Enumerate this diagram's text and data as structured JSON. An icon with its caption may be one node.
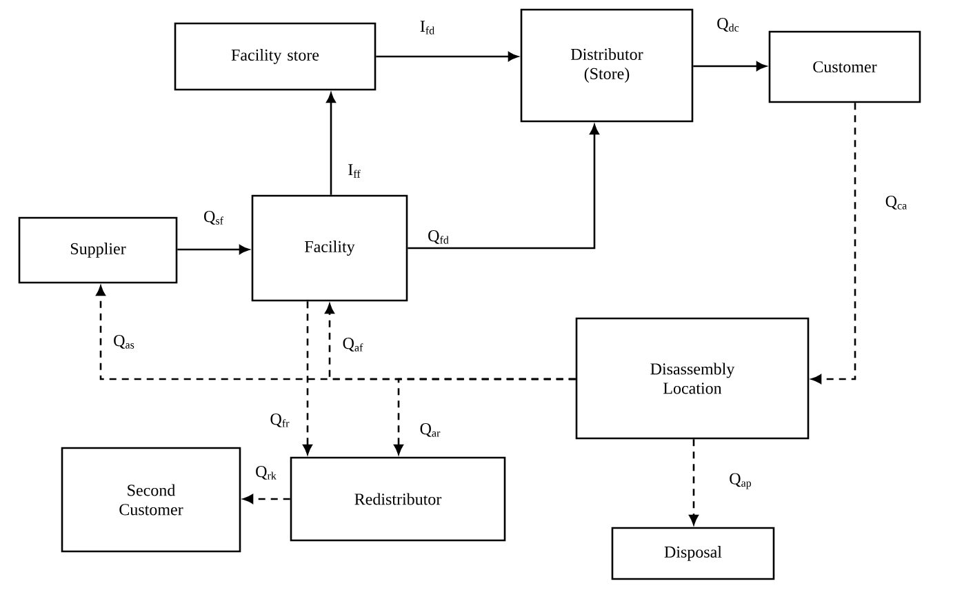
{
  "diagram": {
    "nodes": [
      {
        "text": [
          "Facility store"
        ]
      },
      {
        "text": [
          "Distributor (Store)"
        ]
      },
      {
        "text": [
          "Customer"
        ]
      },
      {
        "text": [
          "Supplier"
        ]
      },
      {
        "text": [
          "Facility"
        ]
      },
      {
        "text": [
          "Disassembly Location"
        ]
      },
      {
        "text": [
          "Second Customer"
        ]
      },
      {
        "text": [
          "Redistributor"
        ]
      },
      {
        "text": [
          "Disposal"
        ]
      }
    ],
    "edges": [
      {
        "from": 4,
        "to": 0,
        "arrow": "to",
        "label": "I$_{ff}$"
      },
      {
        "from": 0,
        "to": 1,
        "arrow": "to",
        "label": "I$_{fd}$"
      },
      {
        "from": 1,
        "to": 2,
        "arrow": "to",
        "label": "Q$_{dc}$"
      },
      {
        "from": 3,
        "to": 4,
        "arrow": "to",
        "label": "Q$_{sf}$"
      },
      {
        "from": 4,
        "to": 1,
        "arrow": "to",
        "label": "Q$_{fd}$"
      },
      {
        "from": 2,
        "to": 5,
        "arrow": "to",
        "label": "Q$_{ca}$",
        "style": "dashed"
      },
      {
        "from": 5,
        "to": 3,
        "arrow": "to",
        "label": "Q$_{as}$",
        "style": "dashed"
      },
      {
        "from": 5,
        "to": 4,
        "arrow": "to",
        "label": "Q$_{af}$",
        "style": "dashed"
      },
      {
        "from": 5,
        "to": 7,
        "arrow": "to",
        "label": "Q$_{ar}$",
        "style": "dashed"
      },
      {
        "from": 4,
        "to": 7,
        "arrow": "to",
        "label": "Q$_{fr}$",
        "style": "dashed"
      },
      {
        "from": 7,
        "to": 6,
        "arrow": "to",
        "label": "Q$_{rk}$",
        "style": "dashed"
      },
      {
        "from": 5,
        "to": 8,
        "arrow": "to",
        "label": "Q$_{ap}$",
        "style": "dashed"
      }
    ]
  }
}
